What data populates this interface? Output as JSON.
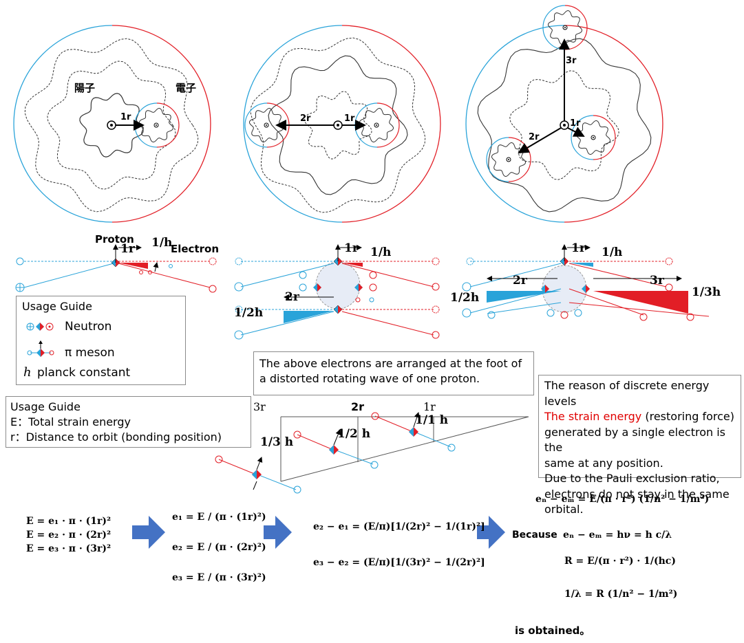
{
  "labels": {
    "proton_jp": "陽子",
    "electron_jp": "電子",
    "proton": "Proton",
    "electron": "Electron",
    "r1": "1r",
    "r2": "2r",
    "r3": "3r",
    "one_over_h": "1/h",
    "one_over_2h": "1/2h",
    "one_over_3h": "1/3h"
  },
  "usage_guide_1": {
    "title": "Usage Guide",
    "neutron": "Neutron",
    "pi_meson": "π meson",
    "planck": "planck constant",
    "h_symbol": "h"
  },
  "usage_guide_2": {
    "title": "Usage Guide",
    "line_E": "E：Total strain energy",
    "line_r": "r：Distance to orbit (bonding position)"
  },
  "foot_note": {
    "line1": "The above electrons are arranged at the foot of",
    "line2": "a distorted rotating wave of one proton."
  },
  "reason_box": {
    "line1": "The reason of discrete energy levels",
    "line2_red": "The strain energy",
    "line2_rest": " (restoring force)",
    "line3": "generated by a single electron is the",
    "line4": "same at any position.",
    "line5": "Due to the Pauli exclusion ratio,",
    "line6": "electrons do not stay in the same",
    "line7": "orbital."
  },
  "wedge": {
    "top_3r": "3r",
    "top_2r": "2r",
    "top_1r": "1r",
    "h3": "1/3 h",
    "h2": "1/2 h",
    "h1": "1/1 h"
  },
  "equations": {
    "col1": [
      "E = e₁ · π · (1r)²",
      "E = e₂ · π · (2r)²",
      "E = e₃ · π · (3r)²"
    ],
    "col2": [
      "e₁ = E / (π · (1r)²)",
      "e₂ = E / (π · (2r)²)",
      "e₃ = E / (π · (3r)²)"
    ],
    "col3": [
      "e₂ − e₁ = (E/π)[1/(2r)² − 1/(1r)²]",
      "e₃ − e₂ = (E/π)[1/(3r)² − 1/(2r)²]"
    ],
    "col4_top": "eₙ − eₘ = E/(π · r²) (1/n² − 1/m²)",
    "because": "Because",
    "because_eq": "eₙ − eₘ = hν = h c/λ",
    "R_eq": "R = E/(π · r²) · 1/(hc)",
    "lambda_eq": "1/λ = R (1/n² − 1/m²)",
    "obtained": "is obtained。"
  },
  "colors": {
    "blue": "#29a3d9",
    "red": "#e21e26",
    "arrow": "#4472c4",
    "border": "#8a8a8a"
  }
}
